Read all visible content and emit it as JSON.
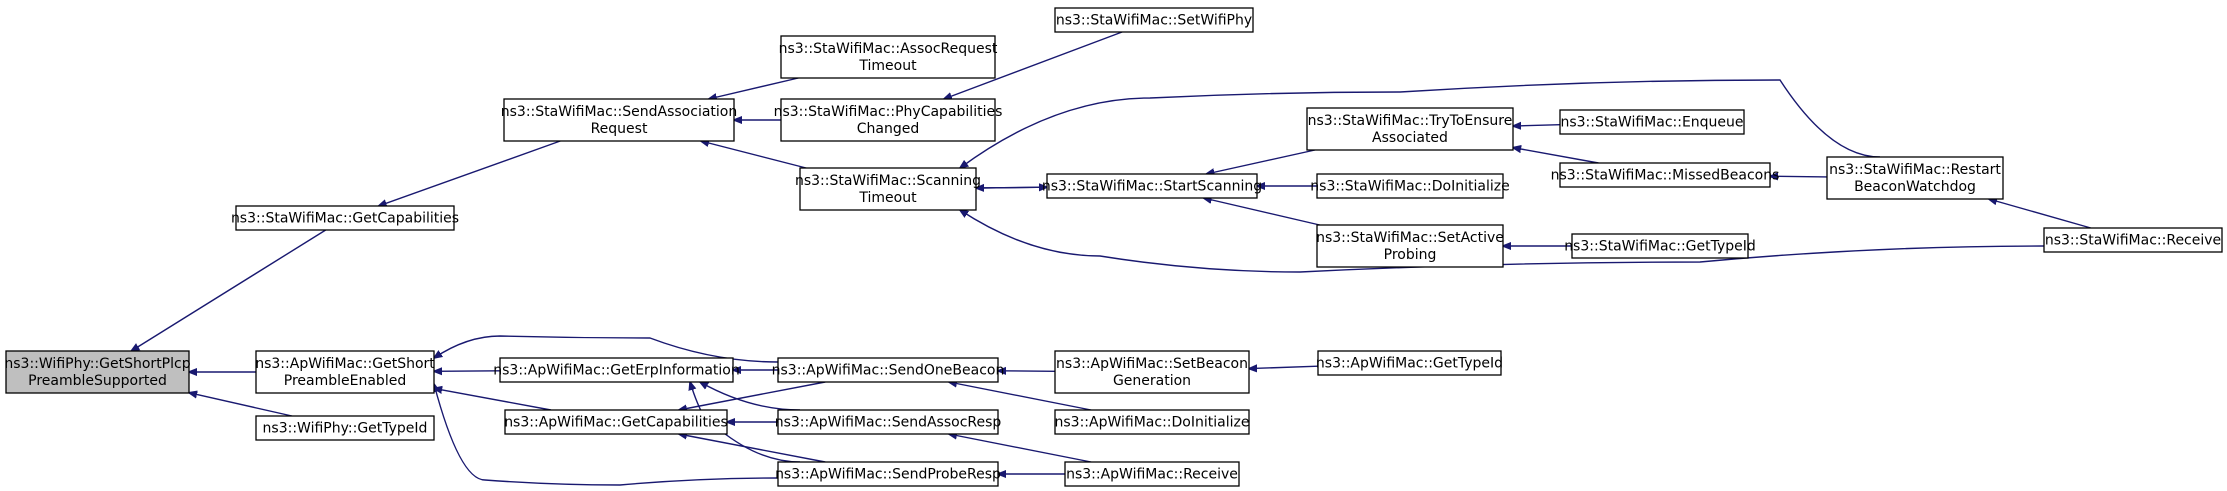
{
  "graph": {
    "type": "call-graph",
    "nodes": [
      {
        "id": "root",
        "lines": [
          "ns3::WifiPhy::GetShortPlcp",
          "PreambleSupported"
        ],
        "focus": true
      },
      {
        "id": "apGetShort",
        "lines": [
          "ns3::ApWifiMac::GetShort",
          "PreambleEnabled"
        ]
      },
      {
        "id": "phyGetTypeId",
        "lines": [
          "ns3::WifiPhy::GetTypeId"
        ]
      },
      {
        "id": "staGetCaps",
        "lines": [
          "ns3::StaWifiMac::GetCapabilities"
        ]
      },
      {
        "id": "sendAssocReq",
        "lines": [
          "ns3::StaWifiMac::SendAssociation",
          "Request"
        ]
      },
      {
        "id": "assocReqTimeout",
        "lines": [
          "ns3::StaWifiMac::AssocRequest",
          "Timeout"
        ]
      },
      {
        "id": "phyCapChanged",
        "lines": [
          "ns3::StaWifiMac::PhyCapabilities",
          "Changed"
        ]
      },
      {
        "id": "setWifiPhy",
        "lines": [
          "ns3::StaWifiMac::SetWifiPhy"
        ]
      },
      {
        "id": "scanTimeout",
        "lines": [
          "ns3::StaWifiMac::Scanning",
          "Timeout"
        ]
      },
      {
        "id": "startScanning",
        "lines": [
          "ns3::StaWifiMac::StartScanning"
        ]
      },
      {
        "id": "tryEnsure",
        "lines": [
          "ns3::StaWifiMac::TryToEnsure",
          "Associated"
        ]
      },
      {
        "id": "staEnqueue",
        "lines": [
          "ns3::StaWifiMac::Enqueue"
        ]
      },
      {
        "id": "missedBeacons",
        "lines": [
          "ns3::StaWifiMac::MissedBeacons"
        ]
      },
      {
        "id": "restartBeacon",
        "lines": [
          "ns3::StaWifiMac::Restart",
          "BeaconWatchdog"
        ]
      },
      {
        "id": "staReceive",
        "lines": [
          "ns3::StaWifiMac::Receive"
        ]
      },
      {
        "id": "staDoInit",
        "lines": [
          "ns3::StaWifiMac::DoInitialize"
        ]
      },
      {
        "id": "setActiveProbing",
        "lines": [
          "ns3::StaWifiMac::SetActive",
          "Probing"
        ]
      },
      {
        "id": "staGetTypeId",
        "lines": [
          "ns3::StaWifiMac::GetTypeId"
        ]
      },
      {
        "id": "apGetErp",
        "lines": [
          "ns3::ApWifiMac::GetErpInformation"
        ]
      },
      {
        "id": "apGetCaps",
        "lines": [
          "ns3::ApWifiMac::GetCapabilities"
        ]
      },
      {
        "id": "sendOneBeacon",
        "lines": [
          "ns3::ApWifiMac::SendOneBeacon"
        ]
      },
      {
        "id": "sendAssocResp",
        "lines": [
          "ns3::ApWifiMac::SendAssocResp"
        ]
      },
      {
        "id": "sendProbeResp",
        "lines": [
          "ns3::ApWifiMac::SendProbeResp"
        ]
      },
      {
        "id": "setBeaconGen",
        "lines": [
          "ns3::ApWifiMac::SetBeacon",
          "Generation"
        ]
      },
      {
        "id": "apGetTypeId",
        "lines": [
          "ns3::ApWifiMac::GetTypeId"
        ]
      },
      {
        "id": "apDoInit",
        "lines": [
          "ns3::ApWifiMac::DoInitialize"
        ]
      },
      {
        "id": "apReceive",
        "lines": [
          "ns3::ApWifiMac::Receive"
        ]
      }
    ],
    "edges": [
      {
        "from": "apGetShort",
        "to": "root"
      },
      {
        "from": "phyGetTypeId",
        "to": "root"
      },
      {
        "from": "staGetCaps",
        "to": "root"
      },
      {
        "from": "sendAssocReq",
        "to": "staGetCaps"
      },
      {
        "from": "assocReqTimeout",
        "to": "sendAssocReq"
      },
      {
        "from": "phyCapChanged",
        "to": "sendAssocReq"
      },
      {
        "from": "scanTimeout",
        "to": "sendAssocReq"
      },
      {
        "from": "setWifiPhy",
        "to": "phyCapChanged"
      },
      {
        "from": "startScanning",
        "to": "scanTimeout"
      },
      {
        "from": "restartBeacon",
        "to": "scanTimeout"
      },
      {
        "from": "staReceive",
        "to": "scanTimeout"
      },
      {
        "from": "scanTimeout",
        "to": "startScanning"
      },
      {
        "from": "tryEnsure",
        "to": "startScanning"
      },
      {
        "from": "staDoInit",
        "to": "startScanning"
      },
      {
        "from": "setActiveProbing",
        "to": "startScanning"
      },
      {
        "from": "staEnqueue",
        "to": "tryEnsure"
      },
      {
        "from": "missedBeacons",
        "to": "tryEnsure"
      },
      {
        "from": "restartBeacon",
        "to": "missedBeacons"
      },
      {
        "from": "staReceive",
        "to": "restartBeacon"
      },
      {
        "from": "staGetTypeId",
        "to": "setActiveProbing"
      },
      {
        "from": "apGetErp",
        "to": "apGetShort"
      },
      {
        "from": "apGetCaps",
        "to": "apGetShort"
      },
      {
        "from": "sendOneBeacon",
        "to": "apGetShort"
      },
      {
        "from": "sendProbeResp",
        "to": "apGetShort"
      },
      {
        "from": "sendOneBeacon",
        "to": "apGetErp"
      },
      {
        "from": "sendAssocResp",
        "to": "apGetErp"
      },
      {
        "from": "sendProbeResp",
        "to": "apGetErp"
      },
      {
        "from": "sendOneBeacon",
        "to": "apGetCaps"
      },
      {
        "from": "sendAssocResp",
        "to": "apGetCaps"
      },
      {
        "from": "sendProbeResp",
        "to": "apGetCaps"
      },
      {
        "from": "setBeaconGen",
        "to": "sendOneBeacon"
      },
      {
        "from": "apDoInit",
        "to": "sendOneBeacon"
      },
      {
        "from": "apReceive",
        "to": "sendAssocResp"
      },
      {
        "from": "apReceive",
        "to": "sendProbeResp"
      },
      {
        "from": "apGetTypeId",
        "to": "setBeaconGen"
      }
    ]
  },
  "colors": {
    "edge": "#191970",
    "node_border": "#000000",
    "focus_fill": "#bfbfbf",
    "node_fill": "#ffffff"
  }
}
